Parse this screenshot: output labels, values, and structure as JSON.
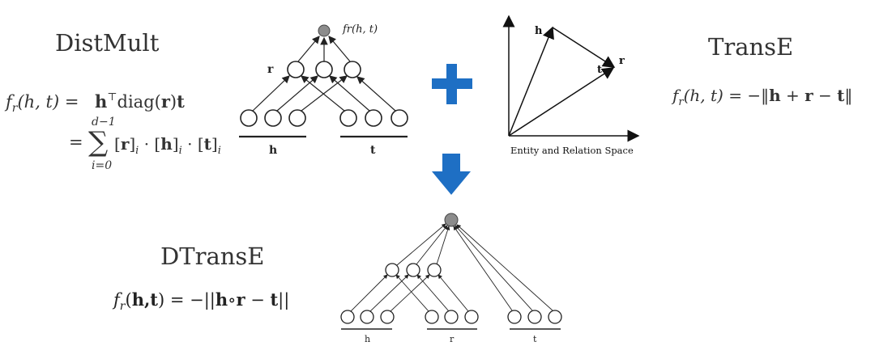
{
  "distmult": {
    "title": "DistMult",
    "formula_line1": "fr(h, t) = h⊤diag(r)t",
    "formula_line2": "= Σ [r]i · [h]i · [t]i",
    "sum_upper": "d−1",
    "sum_lower": "i=0"
  },
  "distmult_network": {
    "output_label": "fr(h, t)",
    "r_label": "r",
    "h_label": "h",
    "t_label": "t"
  },
  "transe": {
    "title": "TransE",
    "formula": "fr(h, t) = −‖h + r − t‖"
  },
  "vector_space": {
    "caption": "Entity and Relation Space",
    "h_label": "h",
    "t_label": "t",
    "r_label": "r"
  },
  "dtranse": {
    "title": "DTransE",
    "formula": "fr(h,t) = −||h∘r − t||"
  },
  "dtranse_network": {
    "h_label": "h",
    "r_label": "r",
    "t_label": "t"
  },
  "colors": {
    "accent_blue": "#1e6fc4",
    "node_gray": "#8c8c8c"
  }
}
